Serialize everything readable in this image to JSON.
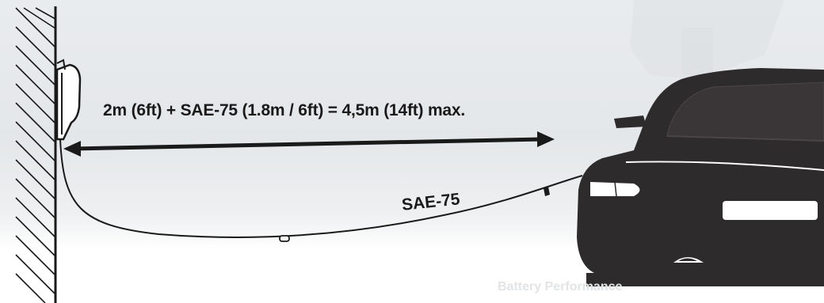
{
  "diagram": {
    "length_label": "2m (6ft) + SAE-75 (1.8m / 6ft) = 4,5m (14ft) max.",
    "cable_label": "SAE-75",
    "background_watermark_text": "Battery Performance",
    "colors": {
      "background": "#e6e9eb",
      "ink": "#1a1a1a",
      "car_body": "#2e2b2c",
      "highlight": "#ffffff"
    },
    "icons": [
      "wall-hatching",
      "charger-device",
      "double-arrow",
      "cable",
      "car-silhouette"
    ]
  }
}
